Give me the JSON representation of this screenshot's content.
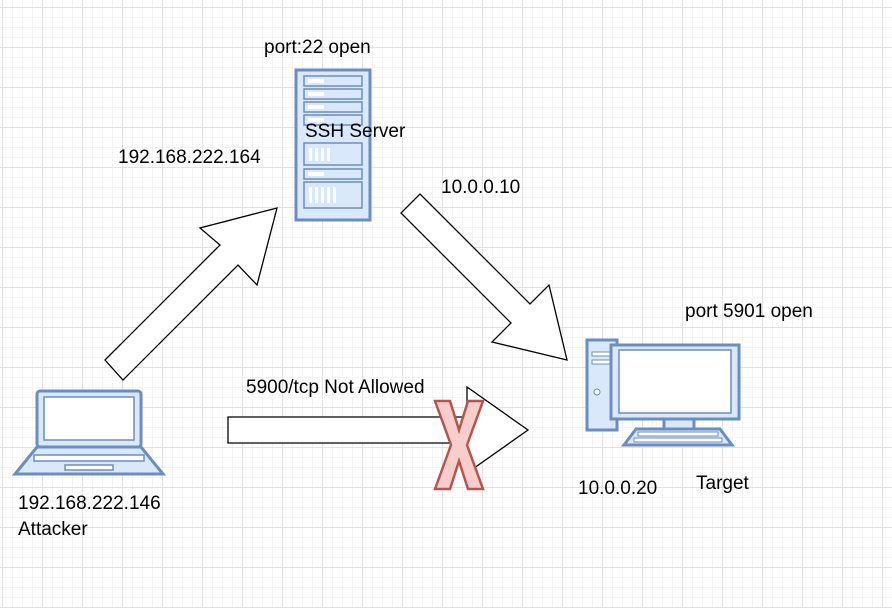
{
  "server": {
    "port_label": "port:22 open",
    "name": "SSH Server",
    "ip_left": "192.168.222.164",
    "ip_right": "10.0.0.10",
    "icon": "server-rack-icon"
  },
  "attacker": {
    "ip": "192.168.222.146",
    "name": "Attacker",
    "icon": "laptop-icon"
  },
  "target": {
    "port_label": "port 5901 open",
    "ip": "10.0.0.20",
    "name": "Target",
    "icon": "desktop-computer-icon"
  },
  "blocked_connection": {
    "label": "5900/tcp Not Allowed",
    "icon": "red-x-icon"
  },
  "colors": {
    "device_stroke": "#6c8ebf",
    "device_fill": "#dae8fc",
    "block_stroke": "#b85450",
    "block_fill": "#f8cecc"
  }
}
